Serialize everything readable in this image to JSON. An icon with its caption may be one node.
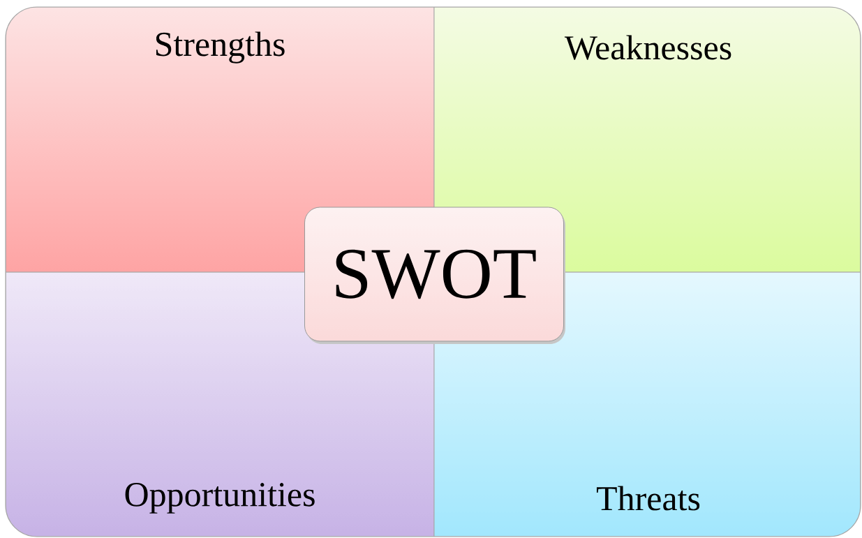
{
  "diagram": {
    "nodes": [
      {
        "text": [
          "Strengths"
        ]
      },
      {
        "text": [
          "Weaknesses"
        ]
      },
      {
        "text": [
          "Opportunities"
        ]
      },
      {
        "text": [
          "Threats"
        ]
      },
      {
        "text": [
          "SWOT"
        ]
      }
    ]
  }
}
